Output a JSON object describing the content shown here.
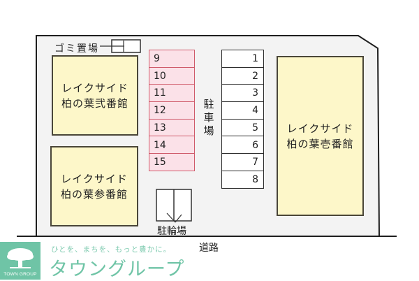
{
  "site": {
    "buildings": [
      {
        "name_line1": "レイクサイド",
        "name_line2": "柏の葉弐番館"
      },
      {
        "name_line1": "レイクサイド",
        "name_line2": "柏の葉参番館"
      },
      {
        "name_line1": "レイクサイド",
        "name_line2": "柏の葉壱番館"
      }
    ],
    "garbage_label": "ゴミ置場",
    "parking_label_chars": [
      "駐",
      "車",
      "場"
    ],
    "bicycle_label": "駐輪場",
    "road_label": "道路",
    "stalls_pink": [
      "9",
      "10",
      "11",
      "12",
      "13",
      "14",
      "15"
    ],
    "stalls_white": [
      "1",
      "2",
      "3",
      "4",
      "5",
      "6",
      "7",
      "8"
    ]
  },
  "logo": {
    "badge_text": "TOWN GROUP",
    "tagline": "ひとを、まちを、もっと豊かに。",
    "brand": "タウングループ"
  },
  "colors": {
    "building_fill": "#fdf7c9",
    "pink_stall_fill": "#fbe1e8",
    "pink_stall_border": "#cf5a6a",
    "site_fill": "#f3f3f3",
    "brand_green": "#6fc4a6"
  }
}
